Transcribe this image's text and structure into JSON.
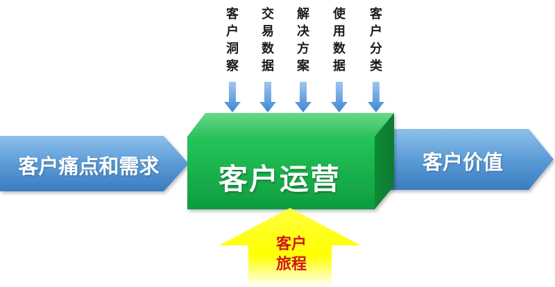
{
  "colors": {
    "side_arrow_blue": "#5b9bd5",
    "box_green": "#12b14a",
    "input_arrow_blue": "#4a8fd8",
    "journey_arrow_yellow": "#ffff00",
    "journey_text_red": "#d0161c"
  },
  "inputs": [
    {
      "label": "客户洞察"
    },
    {
      "label": "交易数据"
    },
    {
      "label": "解决方案"
    },
    {
      "label": "使用数据"
    },
    {
      "label": "客户分类"
    }
  ],
  "left_arrow": {
    "label": "客户痛点和需求"
  },
  "center_box": {
    "label": "客户运营"
  },
  "right_arrow": {
    "label": "客户价值"
  },
  "bottom_arrow": {
    "label": "客户旅程"
  }
}
